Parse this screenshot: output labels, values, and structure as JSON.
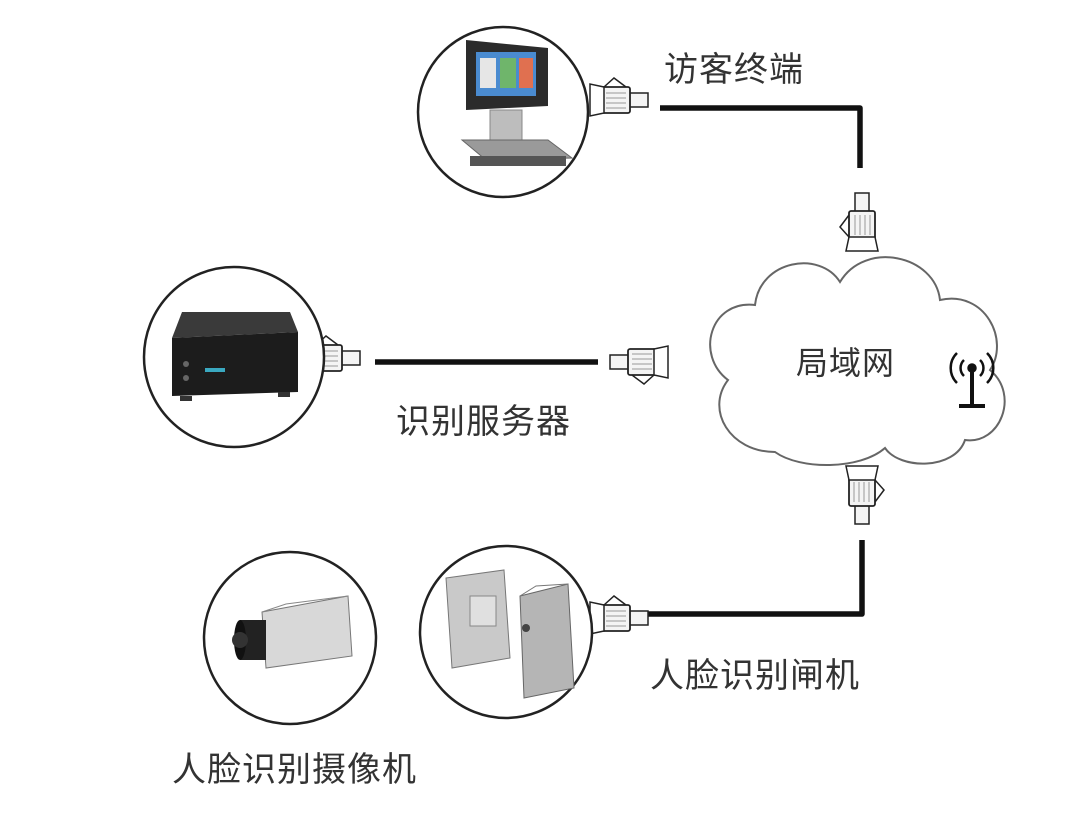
{
  "labels": {
    "visitor_terminal": "访客终端",
    "recognition_server": "识别服务器",
    "lan": "局域网",
    "face_gate": "人脸识别闸机",
    "face_camera": "人脸识别摄像机"
  },
  "colors": {
    "cable": "#111111",
    "circle_stroke": "#222222",
    "cloud_stroke": "#666666",
    "text": "#333333",
    "connector_fill": "#f4f4f4"
  },
  "icons": {
    "visitor_terminal": "kiosk-icon",
    "recognition_server": "server-box-icon",
    "face_gate": "turnstile-gate-icon",
    "face_camera": "box-camera-icon",
    "wireless": "wifi-antenna-icon"
  }
}
